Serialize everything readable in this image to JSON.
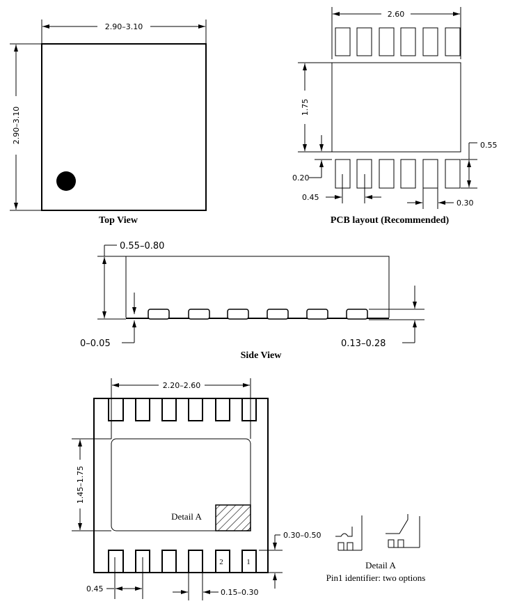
{
  "top_view": {
    "title": "Top View",
    "width_dim": "2.90–3.10",
    "height_dim": "2.90–3.10"
  },
  "pcb_layout": {
    "title": "PCB layout (Recommended)",
    "width_dim": "2.60",
    "pad_height_dim": "1.75",
    "gap_dim": "0.20",
    "pad_length_dim": "0.55",
    "pitch_dim": "0.45",
    "pad_width_dim": "0.30"
  },
  "side_view": {
    "title": "Side View",
    "height_dim": "0.55–0.80",
    "standoff_dim": "0–0.05",
    "lead_thickness_dim": "0.13–0.28"
  },
  "bottom_view": {
    "width_dim": "2.20–2.60",
    "height_dim": "1.45–1.75",
    "pad_length_dim": "0.30–0.50",
    "pitch_dim": "0.45",
    "pad_width_dim": "0.15–0.30",
    "detail_label": "Detail A",
    "pin_labels": [
      "2",
      "1"
    ]
  },
  "detail_a": {
    "title": "Detail A",
    "caption": "Pin1 identifier: two options"
  }
}
